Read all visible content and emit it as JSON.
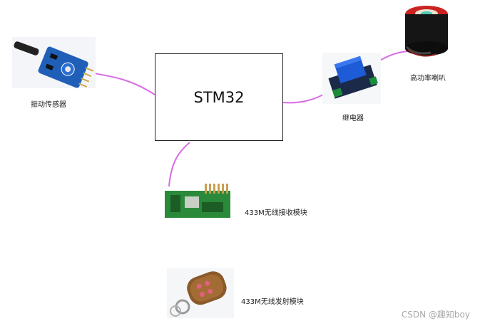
{
  "diagram": {
    "mcu_label": "STM32",
    "wire_color": "#d86be6",
    "nodes": {
      "vibration_sensor": {
        "label": "振动传感器",
        "icon": "vibration-sensor-module-image"
      },
      "relay": {
        "label": "继电器",
        "icon": "relay-module-image"
      },
      "speaker": {
        "label": "高功率喇叭",
        "icon": "buzzer-speaker-image"
      },
      "receiver": {
        "label": "433M无线接收模块",
        "icon": "rf-receiver-board-image"
      },
      "transmitter": {
        "label": "433M无线发射模块",
        "icon": "remote-key-fob-image"
      }
    }
  },
  "watermark": "CSDN @趣知boy"
}
